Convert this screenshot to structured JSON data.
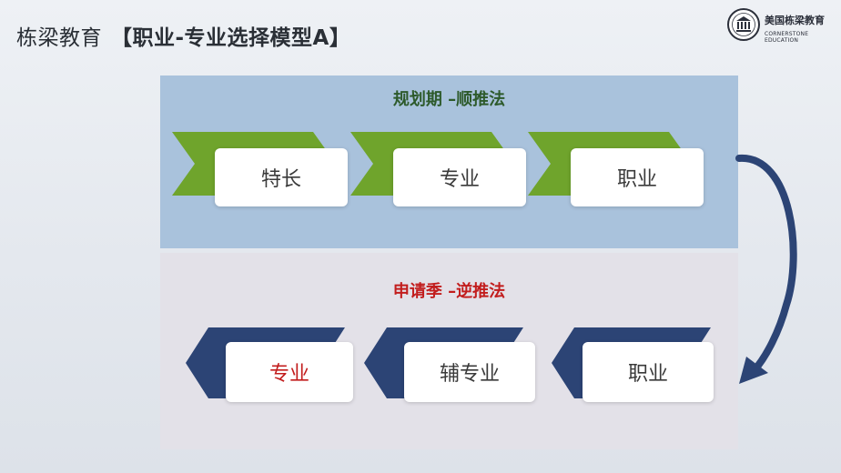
{
  "slide": {
    "title_brand": "栋梁教育",
    "title_model": "【职业-专业选择模型A】"
  },
  "logo": {
    "name_cn": "美国栋梁教育",
    "name_en": "CORNERSTONE EDUCATION"
  },
  "planning": {
    "heading": "规划期 –顺推法",
    "steps": [
      "特长",
      "专业",
      "职业"
    ]
  },
  "application": {
    "heading": "申请季 –逆推法",
    "steps": [
      "专业",
      "辅专业",
      "职业"
    ]
  },
  "colors": {
    "green_chevron": "#6fa42c",
    "navy_chevron": "#2c4475",
    "arrow": "#2c4475",
    "top_panel": "#a9c2dc",
    "bottom_panel": "#e3e1e8",
    "heading_green": "#2d5a2b",
    "heading_red": "#c21d1d"
  }
}
